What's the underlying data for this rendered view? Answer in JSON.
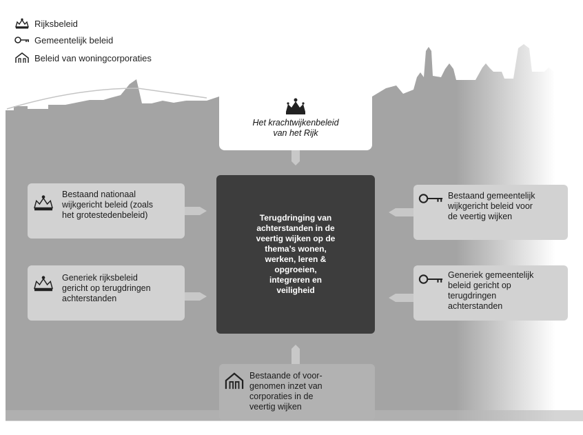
{
  "legend": [
    {
      "icon": "crown-icon",
      "label": "Rijksbeleid"
    },
    {
      "icon": "key-icon",
      "label": "Gemeentelijk beleid"
    },
    {
      "icon": "house-icon",
      "label": "Beleid van woningcorporaties"
    }
  ],
  "top_box": {
    "icon": "crown-icon",
    "text": "Het krachtwijkenbeleid\nvan het Rijk"
  },
  "center_box": {
    "text": "Terugdringing van\nachterstanden in de\nveertig wijken op de\nthema’s wonen,\nwerken, leren &\nopgroeien,\nintegreren en\nveiligheid"
  },
  "left_boxes": [
    {
      "icon": "crown-icon",
      "text": "Bestaand nationaal\nwijkgericht beleid (zoals\nhet grotestedenbeleid)"
    },
    {
      "icon": "crown-icon",
      "text": "Generiek rijksbeleid\ngericht op terugdringen\nachterstanden"
    }
  ],
  "right_boxes": [
    {
      "icon": "key-icon",
      "text": "Bestaand gemeentelijk\nwijkgericht beleid voor\nde veertig wijken"
    },
    {
      "icon": "key-icon",
      "text": "Generiek gemeentelijk\nbeleid gericht op\nterugdringen\nachterstanden"
    }
  ],
  "bottom_box": {
    "icon": "house-icon",
    "text": "Bestaande of voor-\ngenomen inzet van\ncorporaties in de\nveertig wijken"
  },
  "colors": {
    "skyline": "#a4a4a4",
    "box_light": "#d2d2d2",
    "box_bottom": "#b2b2b2",
    "center": "#3d3d3d",
    "connector": "#c8c8c8"
  }
}
